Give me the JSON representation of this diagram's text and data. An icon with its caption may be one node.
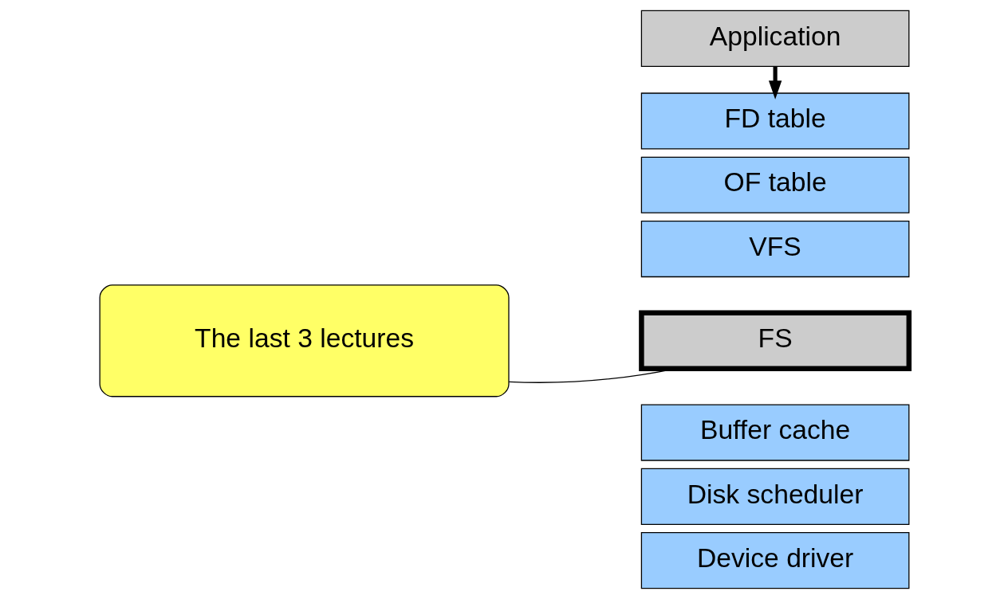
{
  "diagram": {
    "nodes": [
      {
        "text": [
          "Application"
        ]
      },
      {
        "text": [
          "FD table"
        ]
      },
      {
        "text": [
          "OF table"
        ]
      },
      {
        "text": [
          "VFS"
        ]
      },
      {
        "text": [
          "FS"
        ]
      },
      {
        "text": [
          "Buffer cache"
        ]
      },
      {
        "text": [
          "Disk scheduler"
        ]
      },
      {
        "text": [
          "Device driver"
        ]
      },
      {
        "text": [
          "The last 3 lectures"
        ]
      }
    ],
    "edges": [
      {
        "from": 0,
        "to": 1,
        "arrow": "to",
        "style": "thick"
      },
      {
        "from": 8,
        "to": 4,
        "arrow": "none"
      }
    ]
  }
}
